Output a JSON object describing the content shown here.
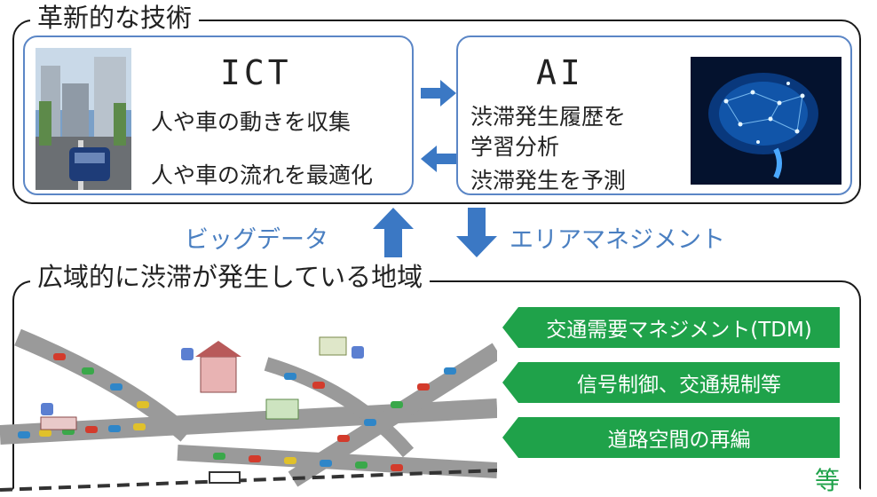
{
  "innovative_tech_title": "革新的な技術",
  "ict": {
    "title": "ICT",
    "line1": "人や車の動きを収集",
    "line2": "人や車の流れを最適化"
  },
  "ai": {
    "title": "AI",
    "line1": "渋滞発生履歴を",
    "line2": "学習分析",
    "line3": "渋滞発生を予測"
  },
  "flow": {
    "big_data": "ビッグデータ",
    "area_management": "エリアマネジメント"
  },
  "congestion_area_title": "広域的に渋滞が発生している地域",
  "measures": [
    "交通需要マネジメント(TDM)",
    "信号制御、交通規制等",
    "道路空間の再編"
  ],
  "etc_label": "等",
  "colors": {
    "panel_border": "#5b86c6",
    "arrow_blue": "#3b78c4",
    "label_blue": "#4a7fc1",
    "measure_green": "#1fa24a"
  }
}
